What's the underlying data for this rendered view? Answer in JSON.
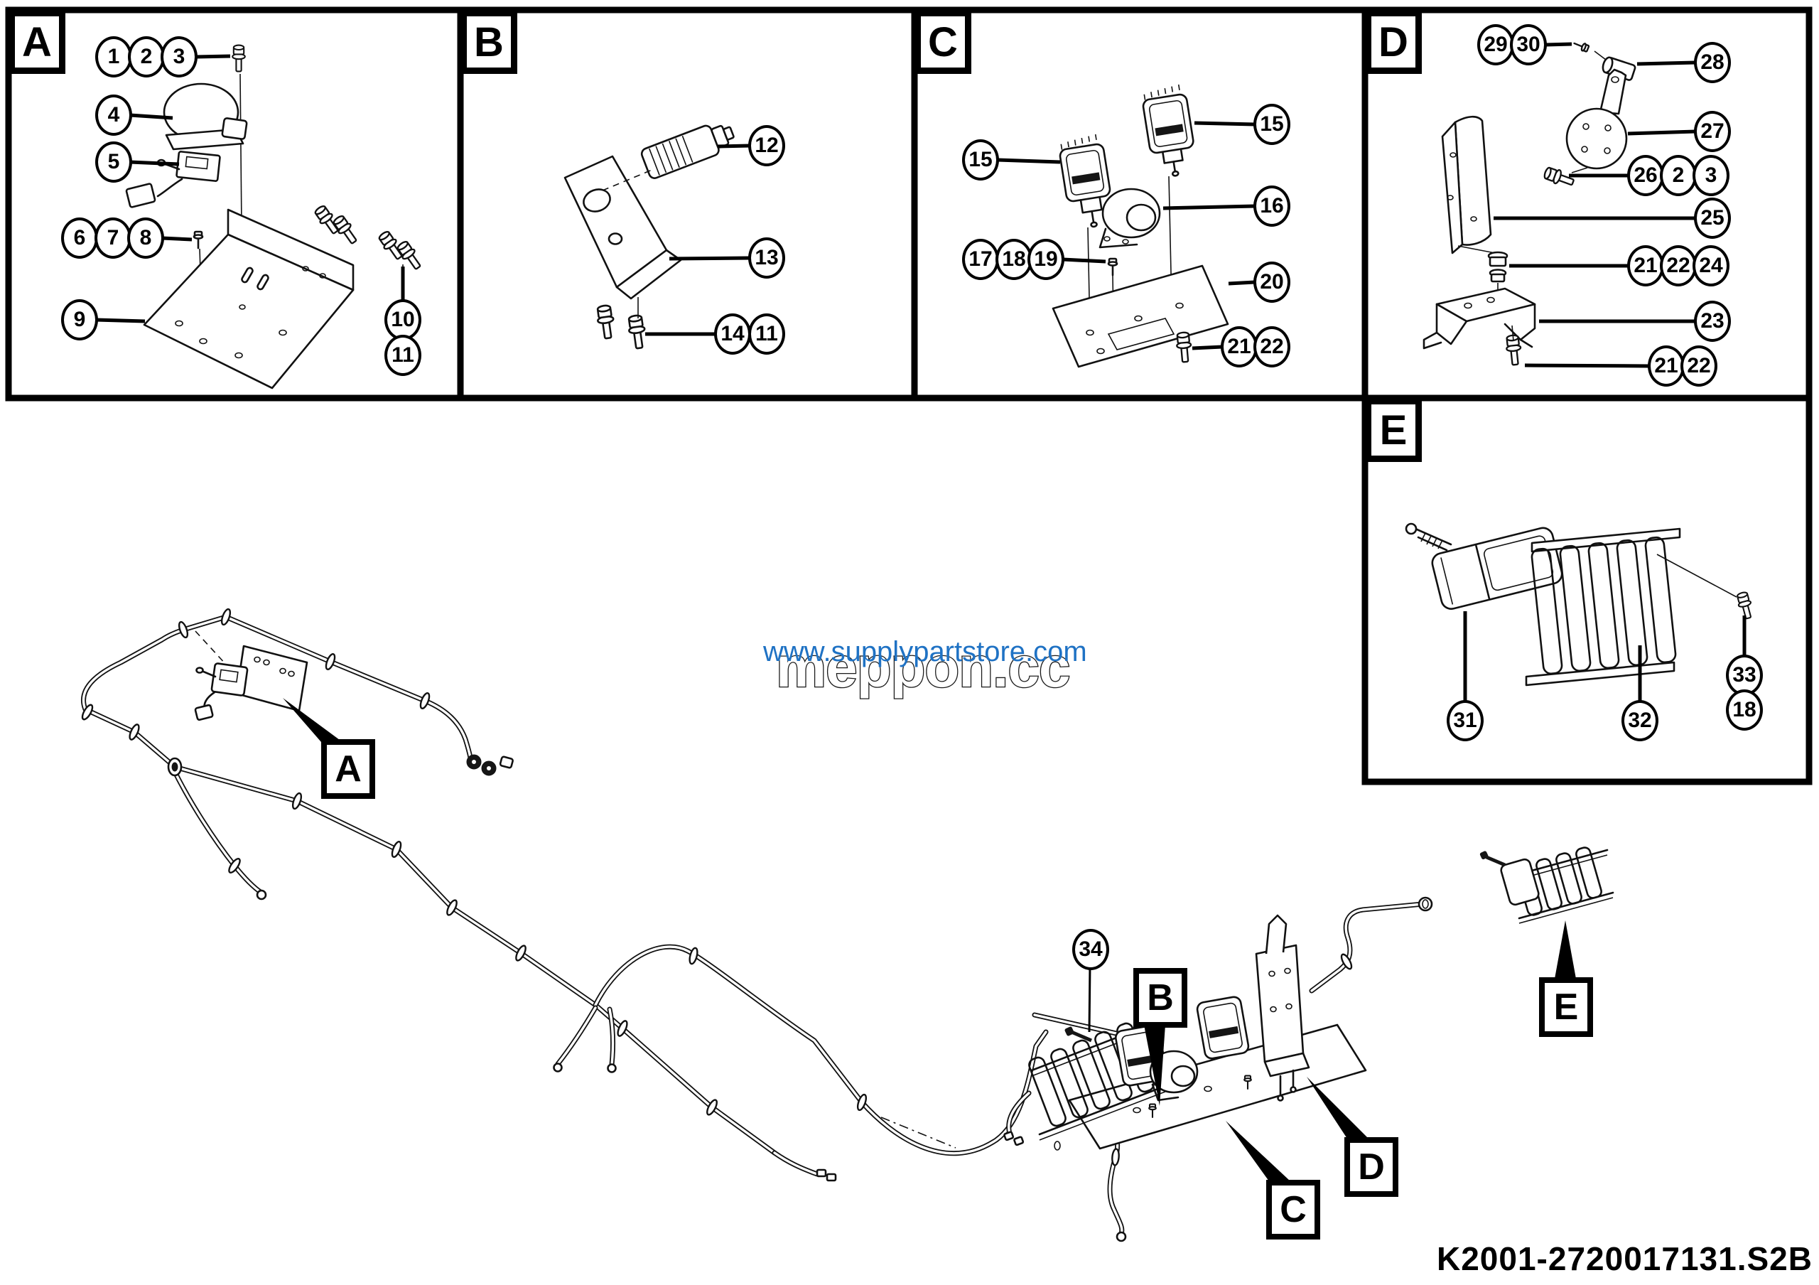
{
  "watermark": {
    "line1": "www.supplypartstore.com",
    "line2": "meppon.cc",
    "blue": "#1f72c4"
  },
  "part_number": "K2001-2720017131.S2B",
  "colors": {
    "line": "#111111",
    "background": "#ffffff"
  },
  "panels": [
    {
      "id": "A",
      "label": "A",
      "callouts": [
        "1",
        "2",
        "3",
        "4",
        "5",
        "6",
        "7",
        "8",
        "9",
        "10",
        "11"
      ]
    },
    {
      "id": "B",
      "label": "B",
      "callouts": [
        "12",
        "13",
        "14",
        "11"
      ]
    },
    {
      "id": "C",
      "label": "C",
      "callouts": [
        "15",
        "15",
        "16",
        "17",
        "18",
        "19",
        "20",
        "21",
        "22"
      ]
    },
    {
      "id": "D",
      "label": "D",
      "callouts": [
        "29",
        "30",
        "28",
        "27",
        "26",
        "2",
        "3",
        "25",
        "21",
        "22",
        "24",
        "23",
        "21",
        "22"
      ]
    },
    {
      "id": "E",
      "label": "E",
      "callouts": [
        "31",
        "32",
        "33",
        "18"
      ]
    }
  ],
  "main_diagram": {
    "location_labels": [
      "A",
      "B",
      "C",
      "D",
      "E"
    ],
    "callouts": [
      "34"
    ]
  }
}
